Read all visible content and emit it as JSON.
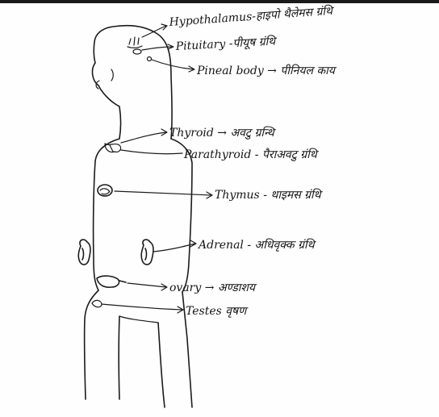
{
  "labels": {
    "hypothalamus": "Hypothalamus-हाइपो थैलेमस ग्रंथि",
    "pituitary": "Pituitary -पीयूष ग्रंथि",
    "pineal": "Pineal body → पीनियल काय",
    "thyroid": "Thyroid → अवटु ग्रन्थि",
    "parathyroid": "Parathyroid - पैराअवटु ग्रंथि",
    "thymus": "Thymus - थाइमस ग्रंथि",
    "adrenal": "Adrenal - अधिवृक्क ग्रंथि",
    "ovary": "ovary → अण्डाशय",
    "testes": "Testes वृषण"
  }
}
